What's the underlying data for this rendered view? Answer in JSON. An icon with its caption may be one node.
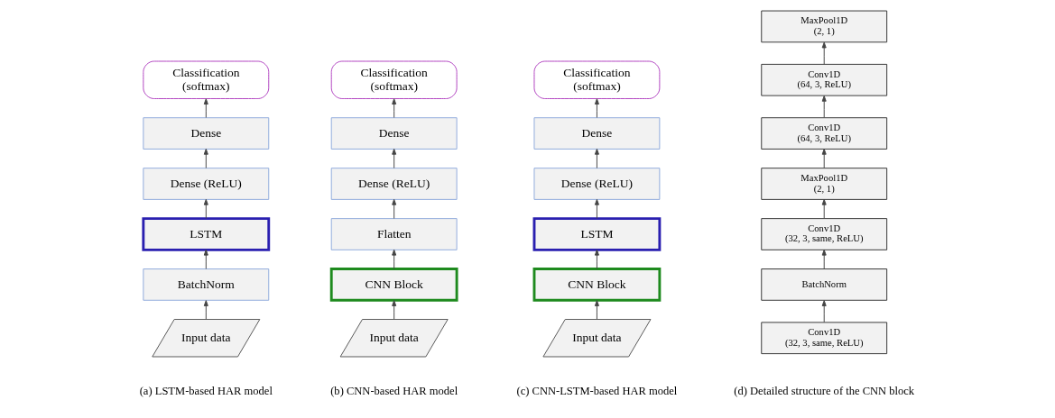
{
  "diagram": {
    "nodes": [
      {
        "text": [
          "Classification",
          "(softmax)"
        ]
      },
      {
        "text": [
          "Dense"
        ]
      },
      {
        "text": [
          "Dense (ReLU)"
        ]
      },
      {
        "text": [
          "LSTM"
        ]
      },
      {
        "text": [
          "BatchNorm"
        ]
      },
      {
        "text": [
          "Input data"
        ]
      },
      {
        "text": [
          "Classification",
          "(softmax)"
        ]
      },
      {
        "text": [
          "Dense"
        ]
      },
      {
        "text": [
          "Dense (ReLU)"
        ]
      },
      {
        "text": [
          "Flatten"
        ]
      },
      {
        "text": [
          "CNN Block"
        ]
      },
      {
        "text": [
          "Input data"
        ]
      },
      {
        "text": [
          "Classification",
          "(softmax)"
        ]
      },
      {
        "text": [
          "Dense"
        ]
      },
      {
        "text": [
          "Dense (ReLU)"
        ]
      },
      {
        "text": [
          "LSTM"
        ]
      },
      {
        "text": [
          "CNN Block"
        ]
      },
      {
        "text": [
          "Input data"
        ]
      },
      {
        "text": [
          "MaxPool1D",
          "(2, 1)"
        ]
      },
      {
        "text": [
          "Conv1D",
          "(64, 3, ReLU)"
        ]
      },
      {
        "text": [
          "Conv1D",
          "(64, 3, ReLU)"
        ]
      },
      {
        "text": [
          "MaxPool1D",
          "(2, 1)"
        ]
      },
      {
        "text": [
          "Conv1D",
          "(32, 3, same, ReLU)"
        ]
      },
      {
        "text": [
          "BatchNorm"
        ]
      },
      {
        "text": [
          "Conv1D",
          "(32, 3, same, ReLU)"
        ]
      }
    ],
    "edges": [
      {
        "from": 5,
        "to": 4,
        "arrow": "to"
      },
      {
        "from": 4,
        "to": 3,
        "arrow": "to"
      },
      {
        "from": 3,
        "to": 2,
        "arrow": "to"
      },
      {
        "from": 2,
        "to": 1,
        "arrow": "to"
      },
      {
        "from": 1,
        "to": 0,
        "arrow": "to"
      },
      {
        "from": 11,
        "to": 10,
        "arrow": "to"
      },
      {
        "from": 10,
        "to": 9,
        "arrow": "to"
      },
      {
        "from": 9,
        "to": 8,
        "arrow": "to"
      },
      {
        "from": 8,
        "to": 7,
        "arrow": "to"
      },
      {
        "from": 7,
        "to": 6,
        "arrow": "to"
      },
      {
        "from": 17,
        "to": 16,
        "arrow": "to"
      },
      {
        "from": 16,
        "to": 15,
        "arrow": "to"
      },
      {
        "from": 15,
        "to": 14,
        "arrow": "to"
      },
      {
        "from": 14,
        "to": 13,
        "arrow": "to"
      },
      {
        "from": 13,
        "to": 12,
        "arrow": "to"
      },
      {
        "from": 24,
        "to": 23,
        "arrow": "to"
      },
      {
        "from": 23,
        "to": 22,
        "arrow": "to"
      },
      {
        "from": 22,
        "to": 21,
        "arrow": "to"
      },
      {
        "from": 21,
        "to": 20,
        "arrow": "to"
      },
      {
        "from": 20,
        "to": 19,
        "arrow": "to"
      },
      {
        "from": 19,
        "to": 18,
        "arrow": "to"
      }
    ],
    "labels": [
      "(a) LSTM-based HAR model",
      "(b) CNN-based HAR model",
      "(c) CNN-LSTM-based HAR model",
      "(d) Detailed structure of the CNN block"
    ]
  }
}
